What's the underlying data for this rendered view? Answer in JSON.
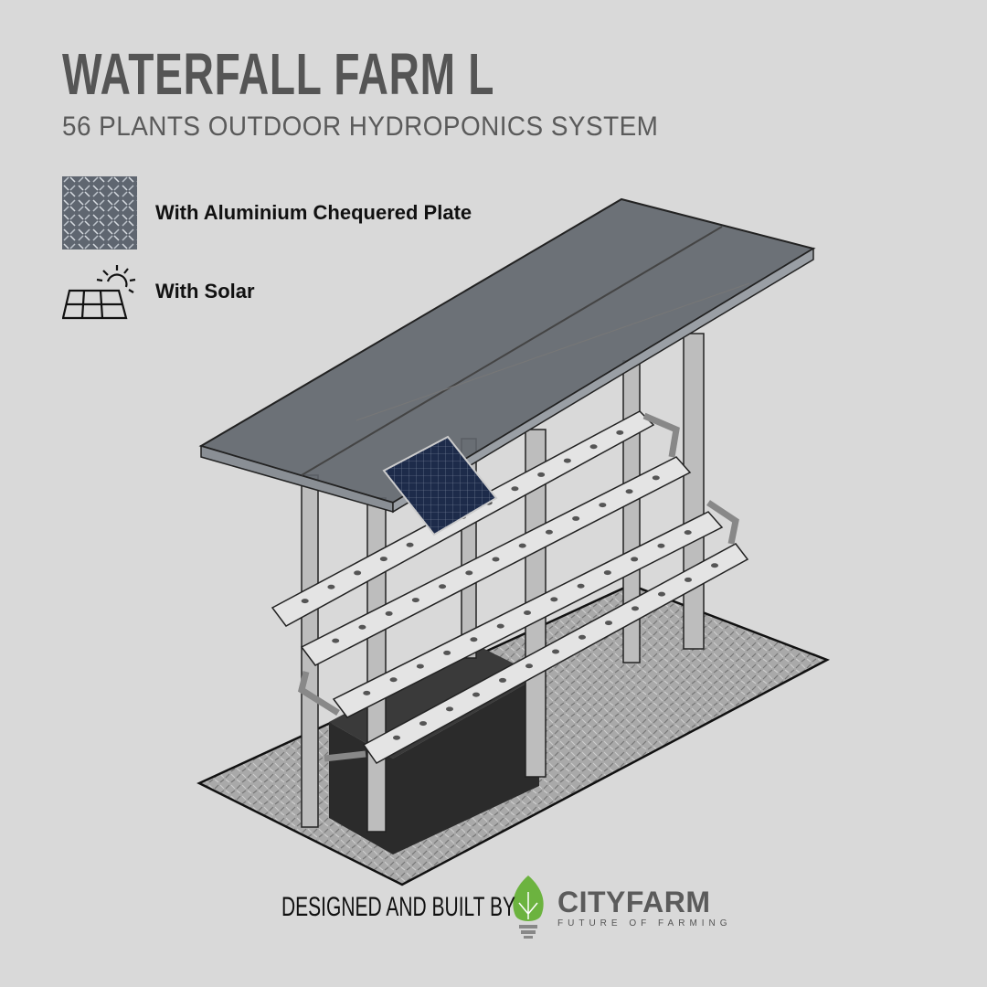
{
  "header": {
    "title": "WATERFALL FARM L",
    "subtitle": "56 PLANTS OUTDOOR HYDROPONICS SYSTEM"
  },
  "features": [
    {
      "icon": "chequered-plate-swatch",
      "label": "With Aluminium Chequered Plate"
    },
    {
      "icon": "solar-panel-icon",
      "label": "With Solar"
    }
  ],
  "footer": {
    "designed_by": "DESIGNED AND BUILT BY",
    "brand": "CITYFARM",
    "tagline": "FUTURE OF FARMING"
  },
  "colors": {
    "background": "#d9d9d9",
    "title": "#555555",
    "brand_green": "#6cb33f",
    "roof": "#5f656b",
    "tank": "#2b2b2b"
  }
}
